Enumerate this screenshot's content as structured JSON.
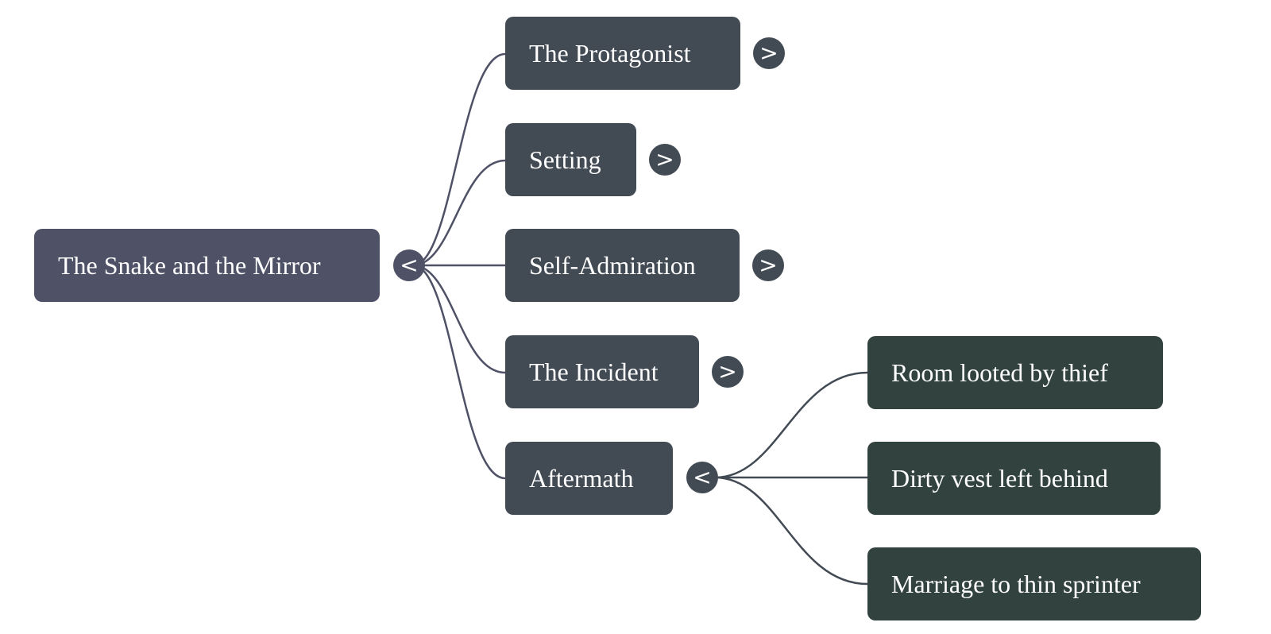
{
  "root": {
    "label": "The Snake and the Mirror",
    "toggle": "<"
  },
  "children": [
    {
      "label": "The Protagonist",
      "toggle": ">"
    },
    {
      "label": "Setting",
      "toggle": ">"
    },
    {
      "label": "Self-Admiration",
      "toggle": ">"
    },
    {
      "label": "The Incident",
      "toggle": ">"
    },
    {
      "label": "Aftermath",
      "toggle": "<"
    }
  ],
  "aftermath_children": [
    {
      "label": "Room looted by thief"
    },
    {
      "label": "Dirty vest left behind"
    },
    {
      "label": "Marriage to thin sprinter"
    }
  ],
  "colors": {
    "root": "#4f5166",
    "level1": "#424a54",
    "level2": "#32423e",
    "link": "#4f5166"
  }
}
